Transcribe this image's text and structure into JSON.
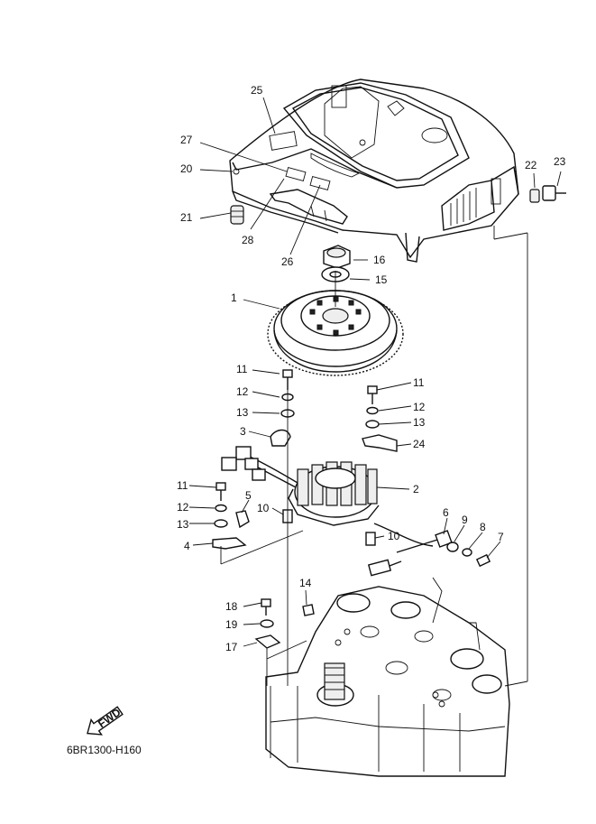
{
  "diagram_code": "6BR1300-H160",
  "fwd_label": "FWD",
  "parts": {
    "p1": "1",
    "p2": "2",
    "p3": "3",
    "p4": "4",
    "p5": "5",
    "p6": "6",
    "p7": "7",
    "p8": "8",
    "p9": "9",
    "p10a": "10",
    "p10b": "10",
    "p11a": "11",
    "p11b": "11",
    "p11c": "11",
    "p12a": "12",
    "p12b": "12",
    "p12c": "12",
    "p13a": "13",
    "p13b": "13",
    "p13c": "13",
    "p14": "14",
    "p15": "15",
    "p16": "16",
    "p17": "17",
    "p18": "18",
    "p19": "19",
    "p20": "20",
    "p21": "21",
    "p22": "22",
    "p23": "23",
    "p24": "24",
    "p25": "25",
    "p26": "26",
    "p27": "27",
    "p28": "28"
  }
}
